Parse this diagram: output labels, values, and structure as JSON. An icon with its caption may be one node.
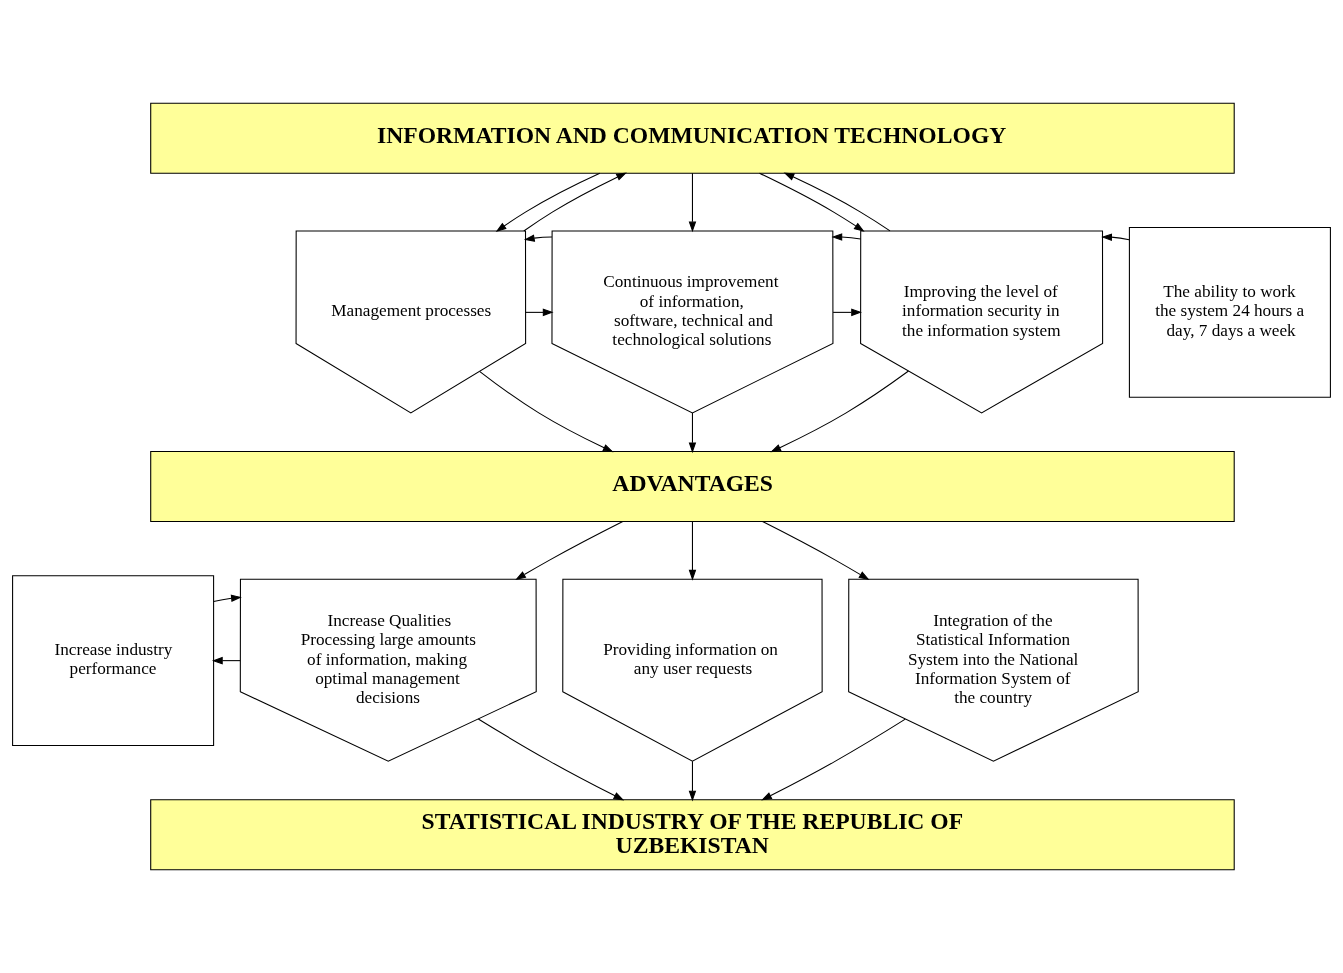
{
  "diagram": {
    "nodes": [
      {
        "text": [
          "INFORMATION AND COMMUNICATION TECHNOLOGY"
        ]
      },
      {
        "text": [
          "Management processes"
        ]
      },
      {
        "text": [
          "Continuous improvement of information, software, technical and technological solutions"
        ]
      },
      {
        "text": [
          "Improving the level of information security in the information system"
        ]
      },
      {
        "text": [
          "The ability to work the system 24 hours a day, 7 days a week"
        ]
      },
      {
        "text": [
          "ADVANTAGES"
        ]
      },
      {
        "text": [
          "Increase industry performance"
        ]
      },
      {
        "text": [
          "Increase Qualities Processing large amounts of information, making optimal management decisions"
        ]
      },
      {
        "text": [
          "Providing information on any user requests"
        ]
      },
      {
        "text": [
          "Integration of the Statistical Information System into the National Information System of the country"
        ]
      },
      {
        "text": [
          "STATISTICAL INDUSTRY OF THE REPUBLIC OF UZBEKISTAN"
        ]
      }
    ],
    "edges": [
      {
        "from": 0,
        "to": 1,
        "arrow": "to"
      },
      {
        "from": 0,
        "to": 2,
        "arrow": "to"
      },
      {
        "from": 0,
        "to": 3,
        "arrow": "to"
      },
      {
        "from": 1,
        "to": 0,
        "arrow": "to"
      },
      {
        "from": 3,
        "to": 0,
        "arrow": "to"
      },
      {
        "from": 1,
        "to": 2,
        "arrow": "to"
      },
      {
        "from": 2,
        "to": 1,
        "arrow": "to"
      },
      {
        "from": 2,
        "to": 3,
        "arrow": "to"
      },
      {
        "from": 3,
        "to": 2,
        "arrow": "to"
      },
      {
        "from": 4,
        "to": 3,
        "arrow": "to"
      },
      {
        "from": 1,
        "to": 5,
        "arrow": "to"
      },
      {
        "from": 2,
        "to": 5,
        "arrow": "to"
      },
      {
        "from": 3,
        "to": 5,
        "arrow": "to"
      },
      {
        "from": 5,
        "to": 7,
        "arrow": "to"
      },
      {
        "from": 5,
        "to": 8,
        "arrow": "to"
      },
      {
        "from": 5,
        "to": 9,
        "arrow": "to"
      },
      {
        "from": 7,
        "to": 6,
        "arrow": "to"
      },
      {
        "from": 6,
        "to": 7,
        "arrow": "to"
      },
      {
        "from": 7,
        "to": 10,
        "arrow": "to"
      },
      {
        "from": 8,
        "to": 10,
        "arrow": "to"
      },
      {
        "from": 9,
        "to": 10,
        "arrow": "to"
      }
    ]
  }
}
